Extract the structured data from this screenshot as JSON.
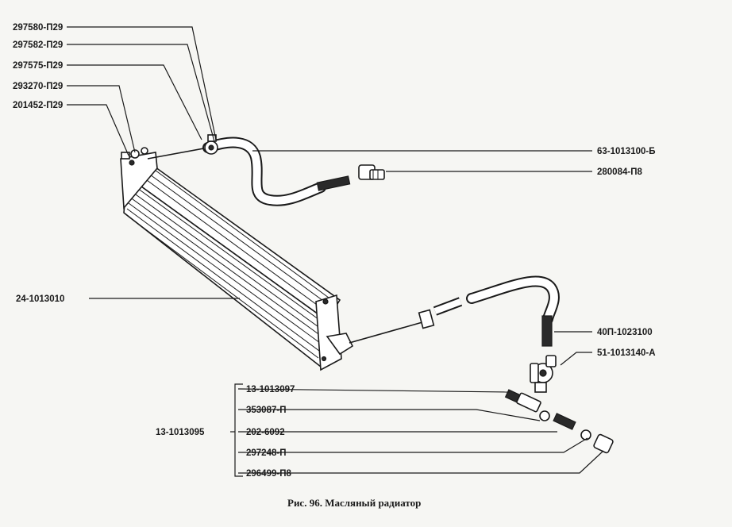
{
  "labels": {
    "l297580": "297580-П29",
    "l297582": "297582-П29",
    "l297575": "297575-П29",
    "l293270": "293270-П29",
    "l201452": "201452-П29",
    "l63_1013100": "63-1013100-Б",
    "l280084": "280084-П8",
    "l24_1013010": "24-1013010",
    "l40p_1023100": "40П-1023100",
    "l51_1013140": "51-1013140-А",
    "l13_1013097": "13-1013097",
    "l353087": "353087-П",
    "l13_1013095": "13-1013095",
    "l202_6092": "202-6092",
    "l297248": "297248-П",
    "l296499": "296499-П8"
  },
  "caption": "Рис. 96. Масляный радиатор",
  "colors": {
    "ink": "#1a1a1a",
    "paper": "#f6f6f3"
  }
}
